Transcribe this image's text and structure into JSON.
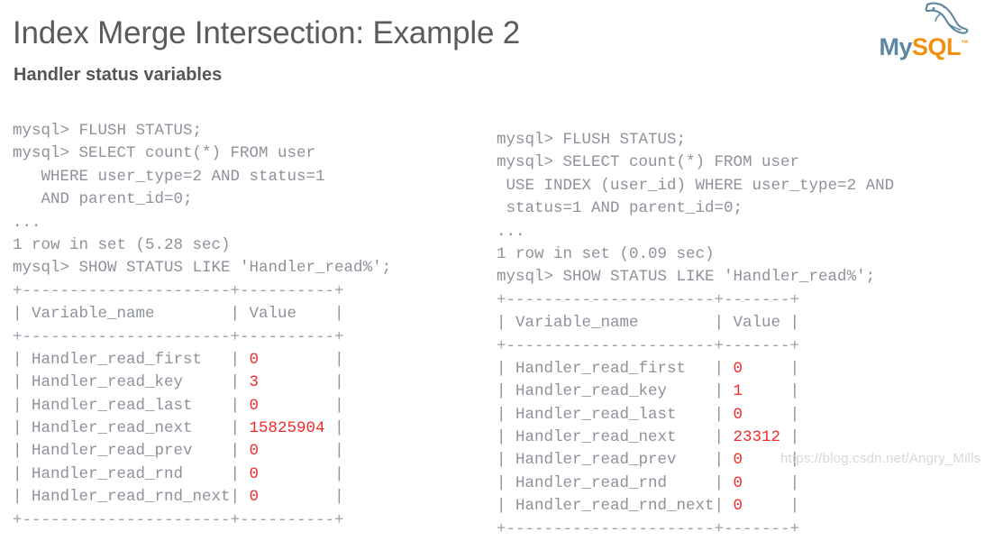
{
  "slide": {
    "title": "Index Merge Intersection: Example 2",
    "subtitle": "Handler status variables"
  },
  "logo": {
    "name": "mysql-logo",
    "text_my": "My",
    "text_sql": "SQL",
    "text_tm": "™",
    "color_my": "#5d87a1",
    "color_sql": "#f29111",
    "icon": "dolphin-icon"
  },
  "colors": {
    "console_text": "#8d929b",
    "console_highlight": "#ee2b2b",
    "title": "#5b5b5b",
    "subtitle": "#555555",
    "background": "#ffffff",
    "watermark": "#d5d8dc"
  },
  "left_console": {
    "name": "sql-console-without-index-hint",
    "lines": [
      {
        "text": "mysql> FLUSH STATUS;"
      },
      {
        "text": "mysql> SELECT count(*) FROM user"
      },
      {
        "text": "   WHERE user_type=2 AND status=1"
      },
      {
        "text": "   AND parent_id=0;"
      },
      {
        "text": "..."
      },
      {
        "text": "1 row in set (5.28 sec)"
      },
      {
        "text": "mysql> SHOW STATUS LIKE 'Handler_read%';"
      },
      {
        "text": "+----------------------+----------+",
        "rule": true
      },
      {
        "text": "| Variable_name        | Value    |"
      },
      {
        "text": "+----------------------+----------+",
        "rule": true
      },
      {
        "pre": "| Handler_read_first   | ",
        "hl": "0",
        "post": "        |"
      },
      {
        "pre": "| Handler_read_key     | ",
        "hl": "3",
        "post": "        |"
      },
      {
        "pre": "| Handler_read_last    | ",
        "hl": "0",
        "post": "        |"
      },
      {
        "pre": "| Handler_read_next    | ",
        "hl": "15825904",
        "post": " |"
      },
      {
        "pre": "| Handler_read_prev    | ",
        "hl": "0",
        "post": "        |"
      },
      {
        "pre": "| Handler_read_rnd     | ",
        "hl": "0",
        "post": "        |"
      },
      {
        "pre": "| Handler_read_rnd_next| ",
        "hl": "0",
        "post": "        |"
      },
      {
        "text": "+----------------------+----------+",
        "rule": true
      }
    ],
    "query": {
      "flush": "FLUSH STATUS;",
      "select": "SELECT count(*) FROM user WHERE user_type=2 AND status=1 AND parent_id=0;",
      "show": "SHOW STATUS LIKE 'Handler_read%';",
      "result": "1 row in set (5.28 sec)",
      "elapsed_sec": "5.28",
      "rows": "1"
    },
    "table": {
      "headers": [
        "Variable_name",
        "Value"
      ],
      "rows": [
        {
          "variable": "Handler_read_first",
          "value": "0",
          "highlighted": false
        },
        {
          "variable": "Handler_read_key",
          "value": "3",
          "highlighted": true
        },
        {
          "variable": "Handler_read_last",
          "value": "0",
          "highlighted": false
        },
        {
          "variable": "Handler_read_next",
          "value": "15825904",
          "highlighted": true
        },
        {
          "variable": "Handler_read_prev",
          "value": "0",
          "highlighted": false
        },
        {
          "variable": "Handler_read_rnd",
          "value": "0",
          "highlighted": false
        },
        {
          "variable": "Handler_read_rnd_next",
          "value": "0",
          "highlighted": false
        }
      ]
    }
  },
  "right_console": {
    "name": "sql-console-with-use-index",
    "lines": [
      {
        "text": "mysql> FLUSH STATUS;"
      },
      {
        "text": "mysql> SELECT count(*) FROM user"
      },
      {
        "text": " USE INDEX (user_id) WHERE user_type=2 AND"
      },
      {
        "text": " status=1 AND parent_id=0;"
      },
      {
        "text": "..."
      },
      {
        "text": "1 row in set (0.09 sec)"
      },
      {
        "text": "mysql> SHOW STATUS LIKE 'Handler_read%';"
      },
      {
        "text": "+----------------------+-------+",
        "rule": true
      },
      {
        "text": "| Variable_name        | Value |"
      },
      {
        "text": "+----------------------+-------+",
        "rule": true
      },
      {
        "pre": "| Handler_read_first   | ",
        "hl": "0",
        "post": "     |"
      },
      {
        "pre": "| Handler_read_key     | ",
        "hl": "1",
        "post": "     |"
      },
      {
        "pre": "| Handler_read_last    | ",
        "hl": "0",
        "post": "     |"
      },
      {
        "pre": "| Handler_read_next    | ",
        "hl": "23312",
        "post": " |"
      },
      {
        "pre": "| Handler_read_prev    | ",
        "hl": "0",
        "post": "     |"
      },
      {
        "pre": "| Handler_read_rnd     | ",
        "hl": "0",
        "post": "     |"
      },
      {
        "pre": "| Handler_read_rnd_next| ",
        "hl": "0",
        "post": "     |"
      },
      {
        "text": "+----------------------+-------+",
        "rule": true
      }
    ],
    "query": {
      "flush": "FLUSH STATUS;",
      "select": "SELECT count(*) FROM user USE INDEX (user_id) WHERE user_type=2 AND status=1 AND parent_id=0;",
      "show": "SHOW STATUS LIKE 'Handler_read%';",
      "result": "1 row in set (0.09 sec)",
      "elapsed_sec": "0.09",
      "rows": "1"
    },
    "table": {
      "headers": [
        "Variable_name",
        "Value"
      ],
      "rows": [
        {
          "variable": "Handler_read_first",
          "value": "0",
          "highlighted": false
        },
        {
          "variable": "Handler_read_key",
          "value": "1",
          "highlighted": true
        },
        {
          "variable": "Handler_read_last",
          "value": "0",
          "highlighted": false
        },
        {
          "variable": "Handler_read_next",
          "value": "23312",
          "highlighted": true
        },
        {
          "variable": "Handler_read_prev",
          "value": "0",
          "highlighted": false
        },
        {
          "variable": "Handler_read_rnd",
          "value": "0",
          "highlighted": false
        },
        {
          "variable": "Handler_read_rnd_next",
          "value": "0",
          "highlighted": false
        }
      ]
    }
  },
  "watermark": {
    "text": "https://blog.csdn.net/Angry_Mills"
  }
}
